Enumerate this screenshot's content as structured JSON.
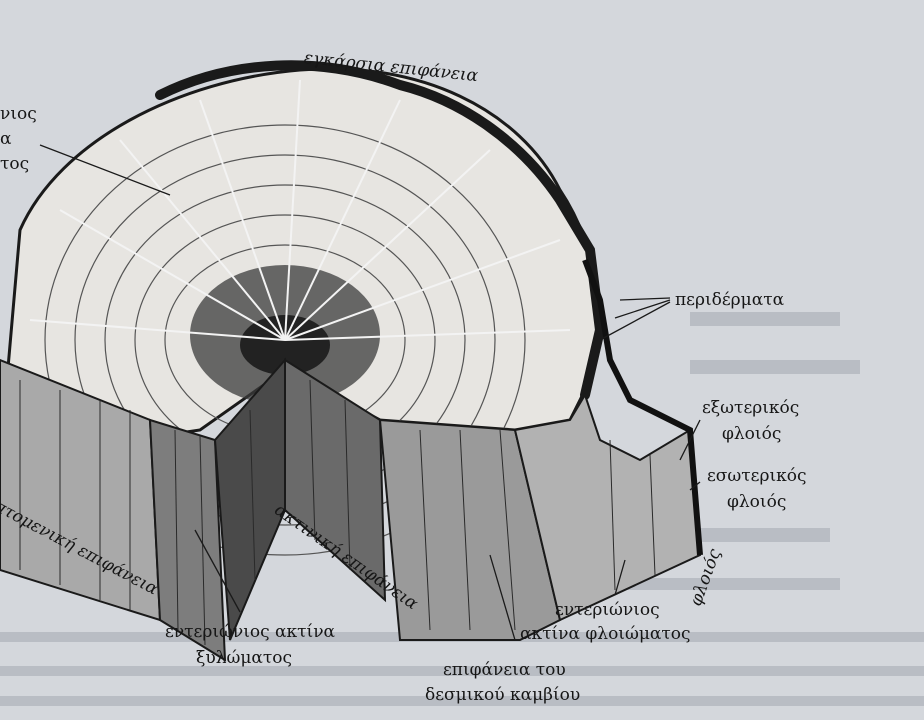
{
  "labels": {
    "transverse_surface": "εγκάρσια επιφάνεια",
    "interray_partial_1": "νιος",
    "interray_partial_2": "α",
    "interray_partial_3": "τος",
    "periderms": "περιδέρματα",
    "outer_bark_1": "εξωτερικός",
    "outer_bark_2": "φλοιός",
    "inner_bark_1": "εσωτερικός",
    "inner_bark_2": "φλοιός",
    "bark_rotated": "φλοιός",
    "radial_surface": "ακτινική επιφάνεια",
    "tangential_surface": "πτομενική επιφάνεια",
    "xylem_ray_1": "εντεριώνιος ακτίνα",
    "xylem_ray_2": "ξυλώματος",
    "phloem_ray_1": "εντεριώνιος",
    "phloem_ray_2": "ακτίνα φλοιώματος",
    "cambium_1": "επιφάνεια του",
    "cambium_2": "δεσμικού καμβίου"
  }
}
